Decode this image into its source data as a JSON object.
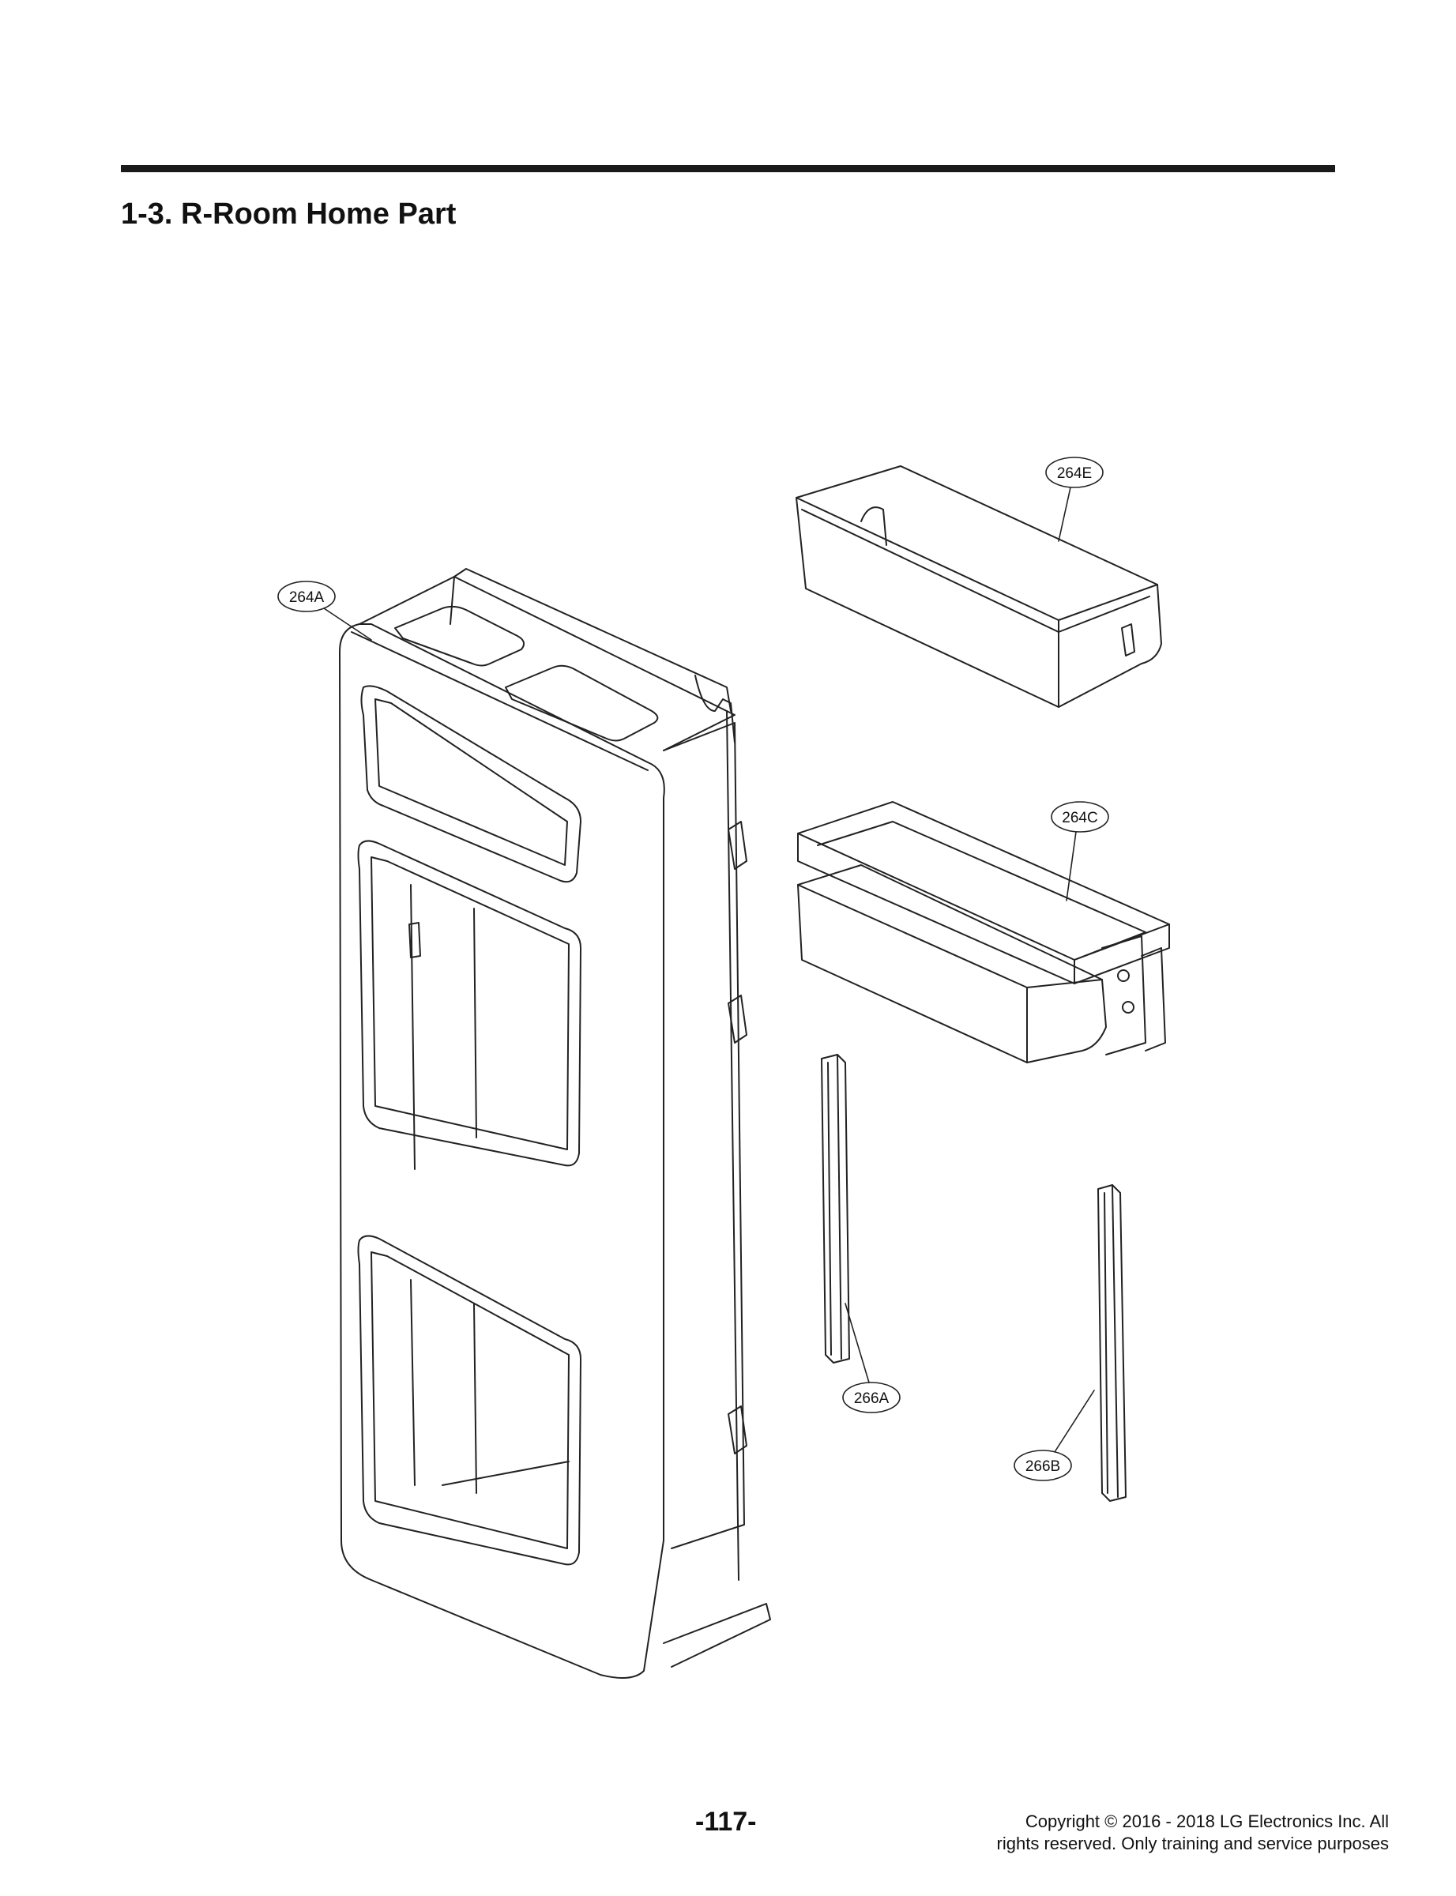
{
  "header": {
    "title": "1-3. R-Room Home Part"
  },
  "callouts": {
    "c264A": "264A",
    "c264E": "264E",
    "c264C": "264C",
    "c266A": "266A",
    "c266B": "266B"
  },
  "footer": {
    "page_number": "-117-",
    "copyright_line1": "Copyright © 2016 - 2018 LG Electronics Inc. All",
    "copyright_line2": "rights reserved. Only training and service purposes"
  }
}
